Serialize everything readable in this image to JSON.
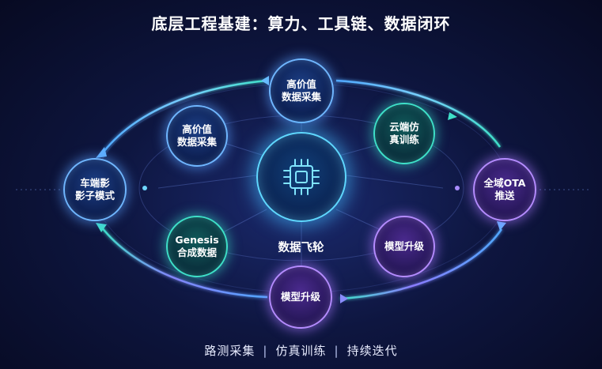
{
  "title": "底层工程基建：算力、工具链、数据闭环",
  "center": {
    "label": "数据飞轮",
    "icon": "chip-icon"
  },
  "nodes": {
    "top": [
      "高价值",
      "数据采集"
    ],
    "inner_top_left": [
      "高价值",
      "数据采集"
    ],
    "inner_top_right": [
      "云端仿",
      "真训练"
    ],
    "left": [
      "车端影",
      "影子模式"
    ],
    "right": [
      "全域OTA",
      "推送"
    ],
    "inner_bottom_left": [
      "Genesis",
      "合成数据"
    ],
    "inner_bottom_right": [
      "模型升级"
    ],
    "bottom": [
      "模型升级"
    ]
  },
  "footer": {
    "items": [
      "路测采集",
      "仿真训练",
      "持续迭代"
    ],
    "separator": "|"
  },
  "colors": {
    "blue": "#6fb6ff",
    "teal": "#3ee0c8",
    "purple": "#b58cff",
    "background": "#0e1640"
  }
}
